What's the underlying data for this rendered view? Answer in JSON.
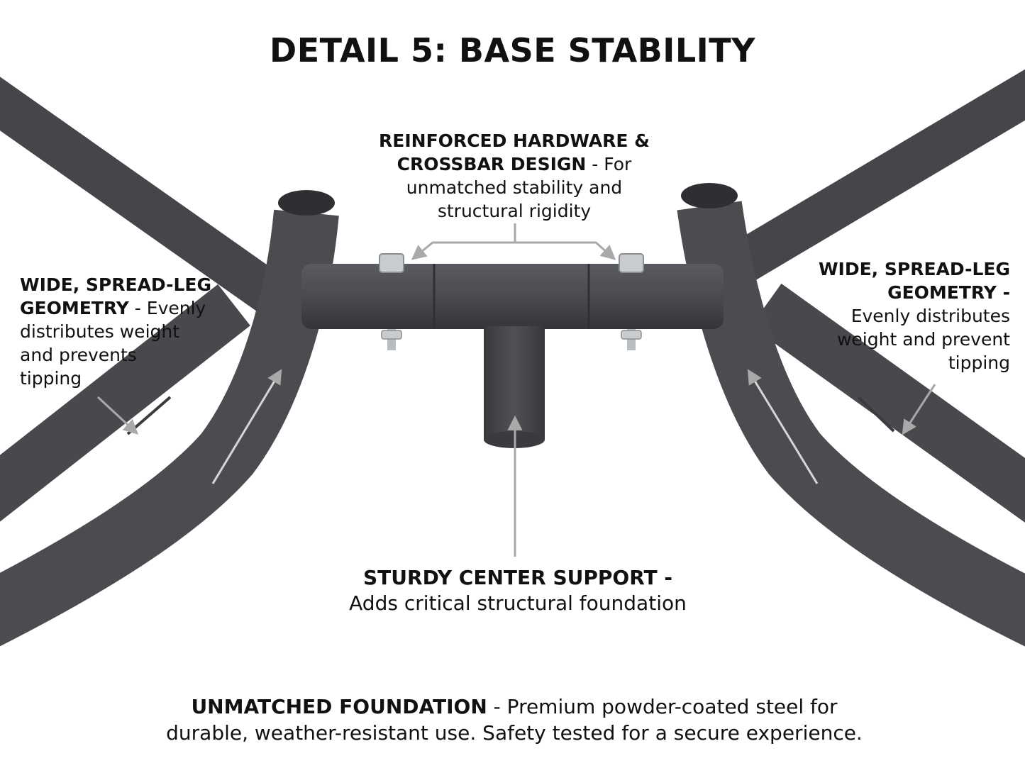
{
  "title": "DETAIL 5: BASE STABILITY",
  "callouts": {
    "hardware": {
      "bold_line1": "REINFORCED HARDWARE &",
      "bold_line2": "CROSSBAR DESIGN",
      "text_a": " - For",
      "text_b": "unmatched stability and",
      "text_c": "structural rigidity"
    },
    "wide_left": {
      "bold_line1": "WIDE, SPREAD-LEG",
      "bold_line2": "GEOMETRY",
      "text_a": " - Evenly",
      "text_b": "distributes weight",
      "text_c": "and prevents",
      "text_d": "tipping"
    },
    "wide_right": {
      "bold_line1": "WIDE, SPREAD-LEG",
      "bold_line2": "GEOMETRY -",
      "text_a": "Evenly distributes",
      "text_b": "weight and prevent",
      "text_c": "tipping"
    },
    "center": {
      "bold": "STURDY CENTER SUPPORT",
      "dash": " -",
      "text": "Adds critical structural foundation"
    },
    "foundation": {
      "bold": "UNMATCHED FOUNDATION",
      "text_a": " - Premium powder-coated steel for",
      "text_b": "durable, weather-resistant use. Safety tested for a secure experience."
    }
  },
  "colors": {
    "tube": "#4a4b4f",
    "tube_shadow": "#3a3b3e",
    "arrow": "#a9a9a9",
    "bolt": "#c9cccf",
    "text": "#111111"
  }
}
